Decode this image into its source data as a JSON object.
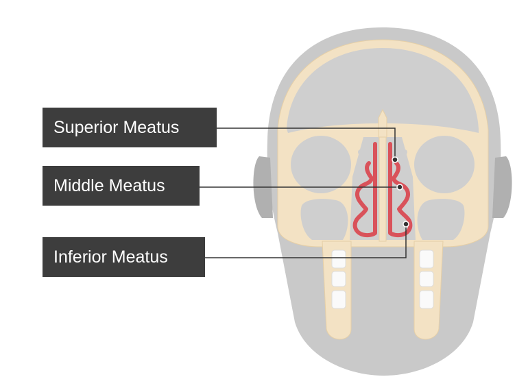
{
  "labels": {
    "superior": "Superior Meatus",
    "middle": "Middle Meatus",
    "inferior": "Inferior Meatus"
  },
  "colors": {
    "head": "#c9c9c9",
    "head_edge": "#b0b0b0",
    "bone": "#f3e2c4",
    "bone_edge": "#e6cfa6",
    "cavity": "#cfcfcf",
    "concha": "#d9525a",
    "concha_core": "#f3e2c4",
    "label_bg": "#3d3d3d",
    "label_text": "#ffffff",
    "leader": "#333333",
    "tooth": "#fafafa"
  }
}
